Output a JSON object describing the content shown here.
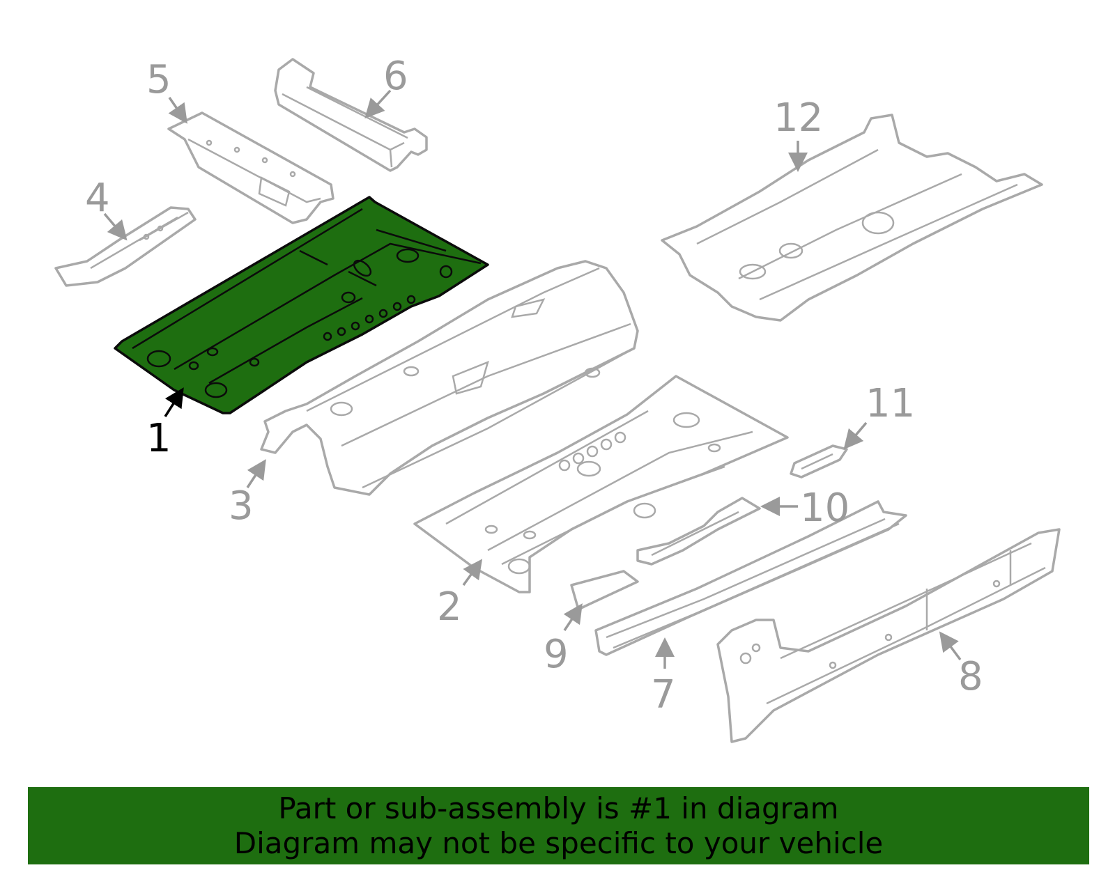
{
  "highlight_color": "#1e6e10",
  "part_color": "#a9a9a9",
  "callouts": {
    "c1": "1",
    "c2": "2",
    "c3": "3",
    "c4": "4",
    "c5": "5",
    "c6": "6",
    "c7": "7",
    "c8": "8",
    "c9": "9",
    "c10": "10",
    "c11": "11",
    "c12": "12"
  },
  "highlighted_part": "1",
  "banner": {
    "line1": "Part or sub-assembly is #1 in diagram",
    "line2": "Diagram may not be specific to your vehicle"
  }
}
